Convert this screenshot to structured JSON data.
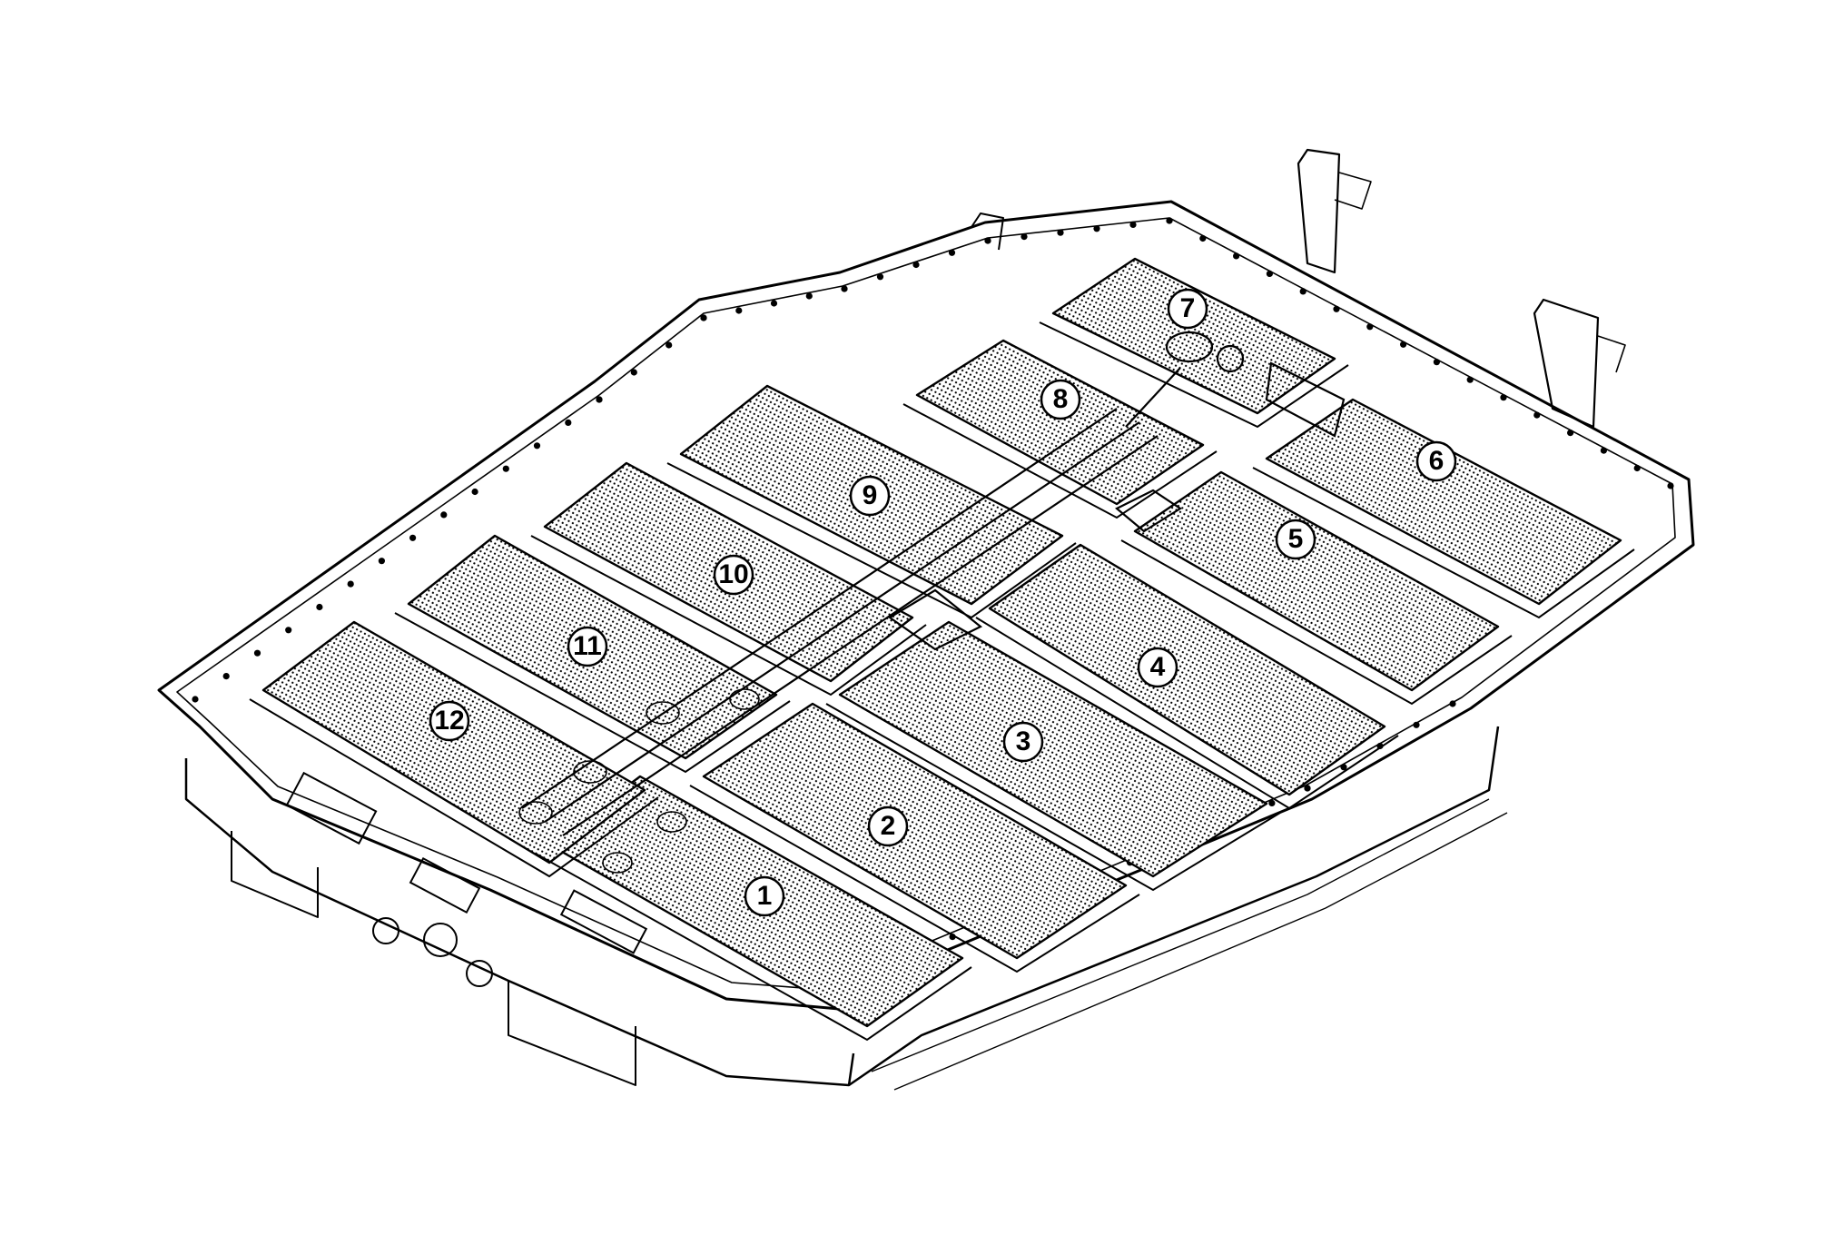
{
  "diagram": {
    "colors": {
      "line": "#000000",
      "background": "#ffffff",
      "module_fill": "#cfcfcf"
    },
    "modules": [
      {
        "label": "1",
        "glyph": "①"
      },
      {
        "label": "2",
        "glyph": "②"
      },
      {
        "label": "3",
        "glyph": "③"
      },
      {
        "label": "4",
        "glyph": "④"
      },
      {
        "label": "5",
        "glyph": "⑤"
      },
      {
        "label": "6",
        "glyph": "⑥"
      },
      {
        "label": "7",
        "glyph": "⑦"
      },
      {
        "label": "8",
        "glyph": "⑧"
      },
      {
        "label": "9",
        "glyph": "⑨"
      },
      {
        "label": "10",
        "glyph": "⑩"
      },
      {
        "label": "11",
        "glyph": "⑪"
      },
      {
        "label": "12",
        "glyph": "⑫"
      }
    ]
  }
}
